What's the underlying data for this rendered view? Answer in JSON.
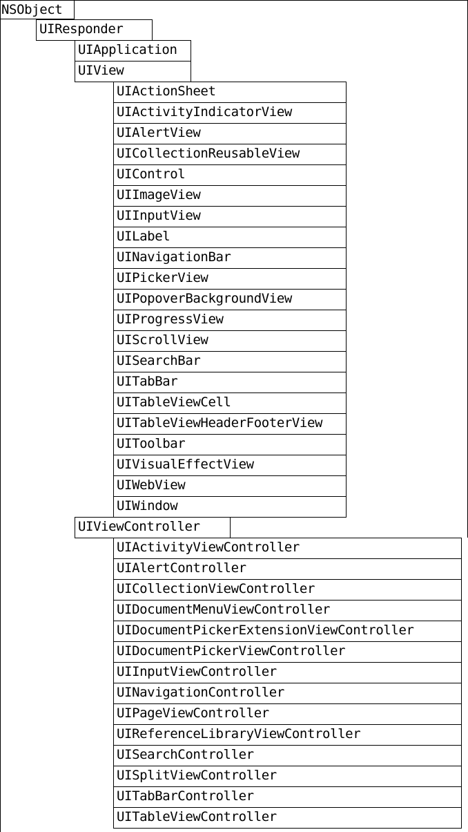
{
  "hierarchy": {
    "root": "NSObject",
    "children": [
      {
        "label": "UIResponder",
        "children": [
          {
            "label": "UIApplication",
            "children": []
          },
          {
            "label": "UIView",
            "children": [
              "UIActionSheet",
              "UIActivityIndicatorView",
              "UIAlertView",
              "UICollectionReusableView",
              "UIControl",
              "UIImageView",
              "UIInputView",
              "UILabel",
              "UINavigationBar",
              "UIPickerView",
              "UIPopoverBackgroundView",
              "UIProgressView",
              "UIScrollView",
              "UISearchBar",
              "UITabBar",
              "UITableViewCell",
              "UITableViewHeaderFooterView",
              "UIToolbar",
              "UIVisualEffectView",
              "UIWebView",
              "UIWindow"
            ]
          },
          {
            "label": "UIViewController",
            "children": [
              "UIActivityViewController",
              "UIAlertController",
              "UICollectionViewController",
              "UIDocumentMenuViewController",
              "UIDocumentPickerExtensionViewController",
              "UIDocumentPickerViewController",
              "UIInputViewController",
              "UINavigationController",
              "UIPageViewController",
              "UIReferenceLibraryViewController",
              "UISearchController",
              "UISplitViewController",
              "UITabBarController",
              "UITableViewController"
            ]
          }
        ]
      }
    ]
  }
}
